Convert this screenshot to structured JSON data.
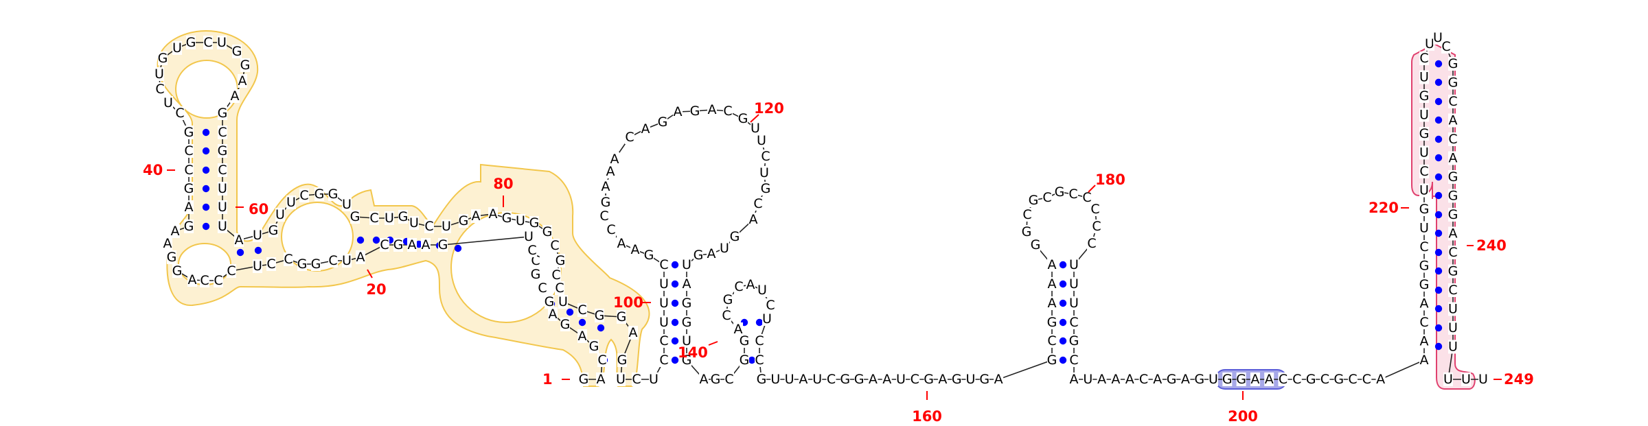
{
  "diagram": {
    "type": "rna-secondary-structure",
    "sequence_length": 249,
    "colors": {
      "region_yellow_fill": "#fdf1d2",
      "region_yellow_stroke": "#f2c64b",
      "region_blue_fill": "#a7a8e8",
      "region_blue_stroke": "#5c5ed8",
      "region_pink_fill": "#fbe1e8",
      "region_pink_stroke": "#e0406e",
      "pair_dot": "#0000ff",
      "number_label": "#ff0000",
      "nucleotide": "#000000"
    },
    "position_labels": [
      "1",
      "20",
      "40",
      "60",
      "80",
      "100",
      "120",
      "140",
      "160",
      "180",
      "200",
      "220",
      "240",
      "249"
    ],
    "highlighted_regions": [
      {
        "name": "yellow-region",
        "color": "yellow"
      },
      {
        "name": "blue-region",
        "color": "blue"
      },
      {
        "name": "pink-region",
        "color": "pink"
      }
    ]
  }
}
